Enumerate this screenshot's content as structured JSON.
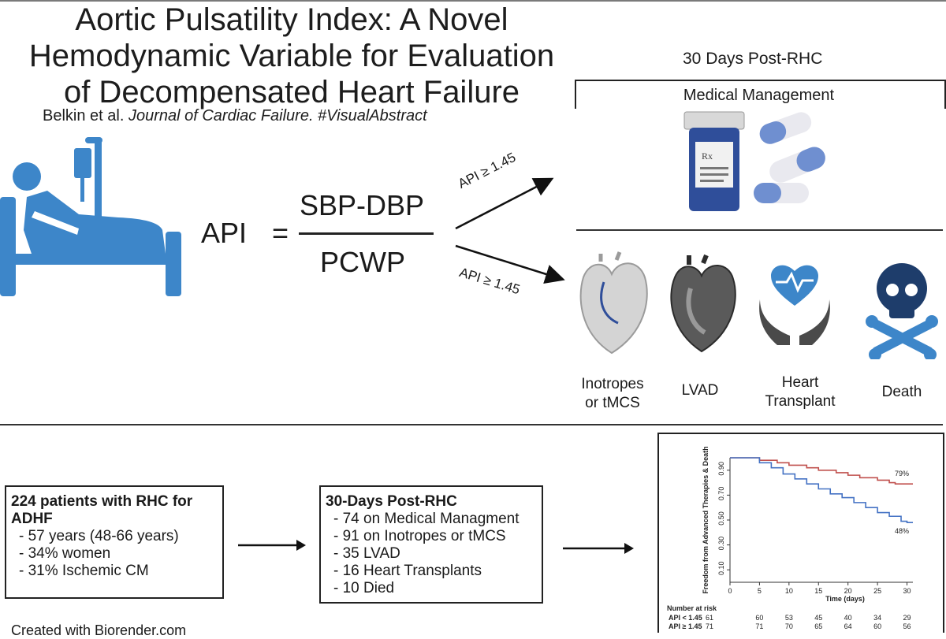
{
  "title": {
    "line1": "Aortic Pulsatility Index: A Novel",
    "line2": "Hemodynamic Variable for Evaluation",
    "line3": "of Decompensated Heart Failure"
  },
  "byline": {
    "authors": "Belkin et al. ",
    "journal": "Journal of Cardiac Failure. #VisualAbstract"
  },
  "formula": {
    "lhs": "API",
    "equals": "=",
    "numerator": "SBP-DBP",
    "denominator": "PCWP"
  },
  "branches": {
    "upper_label": "API ≥ 1.45",
    "lower_label": "API ≥ 1.45"
  },
  "outcomes": {
    "header": "30 Days Post-RHC",
    "medical": "Medical Management",
    "items": [
      {
        "line1": "Inotropes",
        "line2": "or tMCS"
      },
      {
        "line1": "LVAD",
        "line2": ""
      },
      {
        "line1": "Heart",
        "line2": "Transplant"
      },
      {
        "line1": "Death",
        "line2": ""
      }
    ]
  },
  "cohort_box": {
    "heading1": "224 patients with RHC for",
    "heading2": "ADHF",
    "items": [
      "- 57 years (48-66 years)",
      "- 34% women",
      "- 31% Ischemic CM"
    ]
  },
  "post_box": {
    "heading": "30-Days Post-RHC",
    "items": [
      "- 74 on Medical Managment",
      "- 91 on Inotropes or tMCS",
      "- 35 LVAD",
      "- 16 Heart Transplants",
      "- 10 Died"
    ]
  },
  "footer": "Created with Biorender.com",
  "colors": {
    "icon_blue": "#3d86c9",
    "pill_blue": "#6f8fd0",
    "km_red": "#c0504d",
    "km_blue": "#4472c4"
  },
  "chart_data": {
    "type": "line",
    "ylabel": "Freedom from Advanced Therapies & Death",
    "xlabel": "Time (days)",
    "xlim": [
      0,
      31
    ],
    "ylim": [
      0,
      1.0
    ],
    "x_ticks": [
      "0",
      "5",
      "10",
      "15",
      "20",
      "25",
      "30"
    ],
    "y_ticks": [
      "0.10",
      "0.30",
      "0.50",
      "0.70",
      "0.90"
    ],
    "series": [
      {
        "name": "",
        "color": "#c0504d",
        "end_label": "79%",
        "points": [
          [
            0,
            1.0
          ],
          [
            3,
            1.0
          ],
          [
            5,
            0.98
          ],
          [
            8,
            0.96
          ],
          [
            10,
            0.94
          ],
          [
            13,
            0.92
          ],
          [
            15,
            0.9
          ],
          [
            18,
            0.88
          ],
          [
            20,
            0.86
          ],
          [
            22,
            0.84
          ],
          [
            25,
            0.82
          ],
          [
            27,
            0.8
          ],
          [
            28,
            0.79
          ],
          [
            31,
            0.79
          ]
        ]
      },
      {
        "name": "",
        "color": "#4472c4",
        "end_label": "48%",
        "points": [
          [
            0,
            1.0
          ],
          [
            3,
            1.0
          ],
          [
            5,
            0.96
          ],
          [
            7,
            0.92
          ],
          [
            9,
            0.87
          ],
          [
            11,
            0.83
          ],
          [
            13,
            0.79
          ],
          [
            15,
            0.75
          ],
          [
            17,
            0.71
          ],
          [
            19,
            0.68
          ],
          [
            21,
            0.64
          ],
          [
            23,
            0.6
          ],
          [
            25,
            0.56
          ],
          [
            27,
            0.53
          ],
          [
            29,
            0.49
          ],
          [
            30,
            0.48
          ],
          [
            31,
            0.48
          ]
        ]
      }
    ],
    "risk_table": {
      "title": "Number at risk",
      "rows": [
        {
          "label": "API < 1.45",
          "counts": [
            "61",
            "60",
            "53",
            "45",
            "40",
            "34",
            "29"
          ]
        },
        {
          "label": "API ≥ 1.45",
          "counts": [
            "71",
            "71",
            "70",
            "65",
            "64",
            "60",
            "56"
          ]
        }
      ]
    }
  }
}
